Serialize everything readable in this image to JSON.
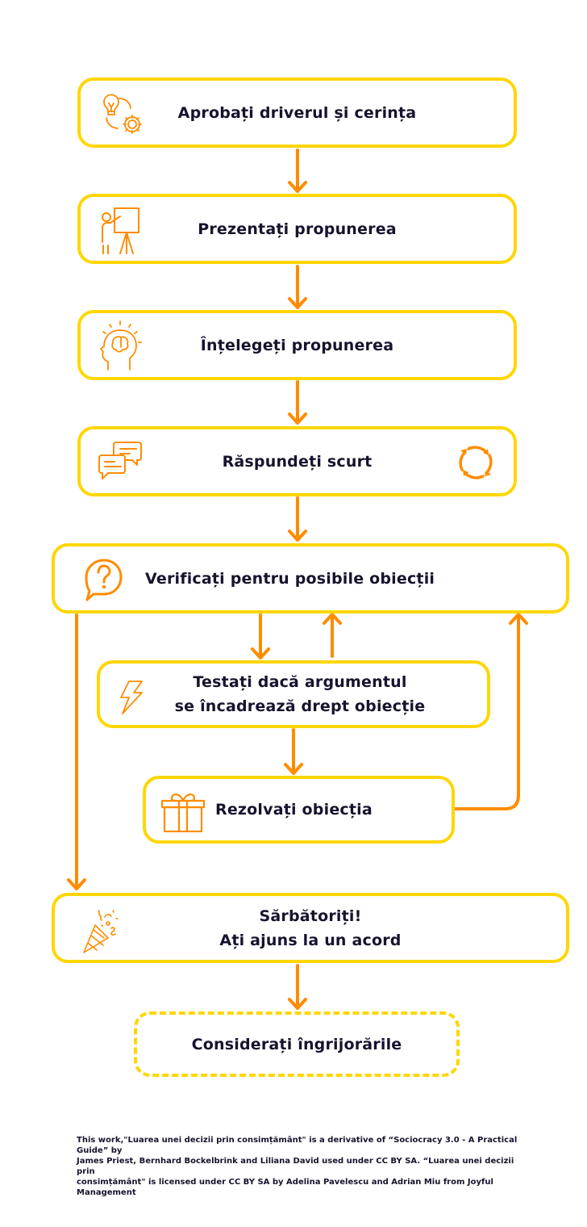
{
  "colors": {
    "box_border": "#FFD600",
    "arrow": "#FF8C00",
    "icon": "#FF8C00",
    "text": "#17132e"
  },
  "steps": [
    {
      "id": "approve-driver",
      "label": "Aprobați driverul și cerința",
      "icon": "lightbulb-gear-icon"
    },
    {
      "id": "present-proposal",
      "label": "Prezentați propunerea",
      "icon": "presenter-board-icon"
    },
    {
      "id": "understand-proposal",
      "label": "Înțelegeți propunerea",
      "icon": "head-brain-icon"
    },
    {
      "id": "brief-reaction",
      "label": "Răspundeți scurt",
      "icon": "chat-bubbles-icon",
      "icon_right": "cycle-arrows-icon"
    },
    {
      "id": "check-objections",
      "label": "Verificați pentru posibile obiecții",
      "icon": "question-bubble-icon"
    },
    {
      "id": "test-argument",
      "label_line1": "Testați dacă argumentul",
      "label_line2": "se încadrează drept obiecție",
      "icon": "lightning-icon"
    },
    {
      "id": "resolve-objection",
      "label": "Rezolvați obiecția",
      "icon": "gift-icon"
    },
    {
      "id": "celebrate",
      "label_line1": "Sărbătoriți!",
      "label_line2": "Ați ajuns la un acord",
      "icon": "party-popper-icon"
    },
    {
      "id": "consider-concerns",
      "label": "Considerați îngrijorările",
      "style": "dashed"
    }
  ],
  "connections": [
    {
      "from": "approve-driver",
      "to": "present-proposal"
    },
    {
      "from": "present-proposal",
      "to": "understand-proposal"
    },
    {
      "from": "understand-proposal",
      "to": "brief-reaction"
    },
    {
      "from": "brief-reaction",
      "to": "check-objections"
    },
    {
      "from": "check-objections",
      "to": "test-argument"
    },
    {
      "from": "test-argument",
      "to": "check-objections"
    },
    {
      "from": "test-argument",
      "to": "resolve-objection"
    },
    {
      "from": "resolve-objection",
      "to": "check-objections"
    },
    {
      "from": "check-objections",
      "to": "celebrate"
    },
    {
      "from": "celebrate",
      "to": "consider-concerns"
    }
  ],
  "footer": {
    "line1": "This work,\"Luarea unei decizii prin consimțământ\"  is a derivative of “Sociocracy 3.0 - A Practical Guide” by",
    "line2": "James Priest, Bernhard Bockelbrink and Liliana David used under CC BY SA. “Luarea unei decizii prin",
    "line3": "consimțământ\" is licensed under CC BY SA by Adelina Pavelescu and Adrian Miu from Joyful Management"
  }
}
